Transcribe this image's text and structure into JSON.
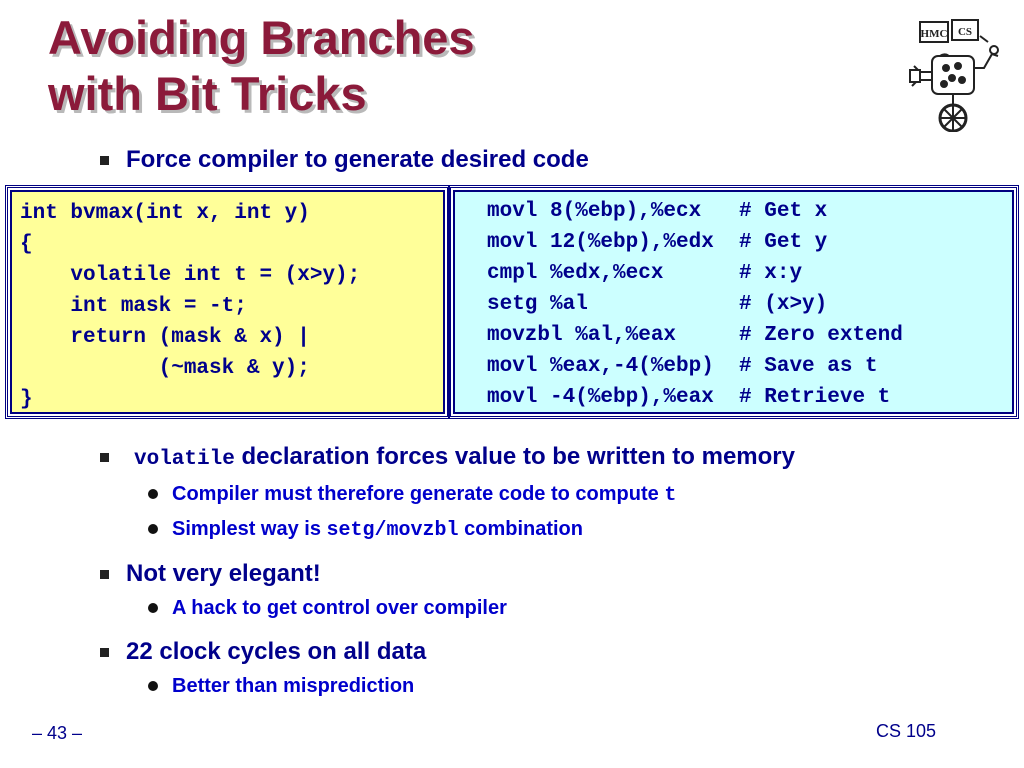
{
  "slide": {
    "title_line1": "Avoiding Branches",
    "title_line2": "with Bit Tricks",
    "intro_bullet": "Force compiler to generate desired code",
    "c_code": [
      "int bvmax(int x, int y)",
      "{",
      "    volatile int t = (x>y);",
      "    int mask = -t;",
      "    return (mask & x) |",
      "           (~mask & y);",
      "}"
    ],
    "asm_code": [
      "movl 8(%ebp),%ecx   # Get x",
      "movl 12(%ebp),%edx  # Get y",
      "cmpl %edx,%ecx      # x:y",
      "setg %al            # (x>y)",
      "movzbl %al,%eax     # Zero extend",
      "movl %eax,-4(%ebp)  # Save as t",
      "movl -4(%ebp),%eax  # Retrieve t"
    ],
    "bullets": {
      "volatile": {
        "code": "volatile",
        "text": " declaration forces value to be written to memory",
        "sub1_text": "Compiler must therefore generate code to compute ",
        "sub1_code": "t",
        "sub2_text_before": "Simplest way is ",
        "sub2_code": "setg/movzbl",
        "sub2_text_after": " combination"
      },
      "elegant": {
        "text": "Not very elegant!",
        "sub1": "A hack to get control over compiler"
      },
      "cycles": {
        "text": "22 clock cycles on all data",
        "sub1": "Better than misprediction"
      }
    },
    "footer": {
      "page": "– 43 –",
      "course": "CS 105"
    },
    "logo": {
      "icon": "hmc-cs-robot-logo",
      "text_hmc": "HMC",
      "text_cs": "CS"
    },
    "colors": {
      "title": "#8b1a3a",
      "body": "#00008b",
      "sub": "#0000cc",
      "c_box": "#ffff99",
      "asm_box": "#ccffff",
      "box_border": "#000080"
    }
  }
}
